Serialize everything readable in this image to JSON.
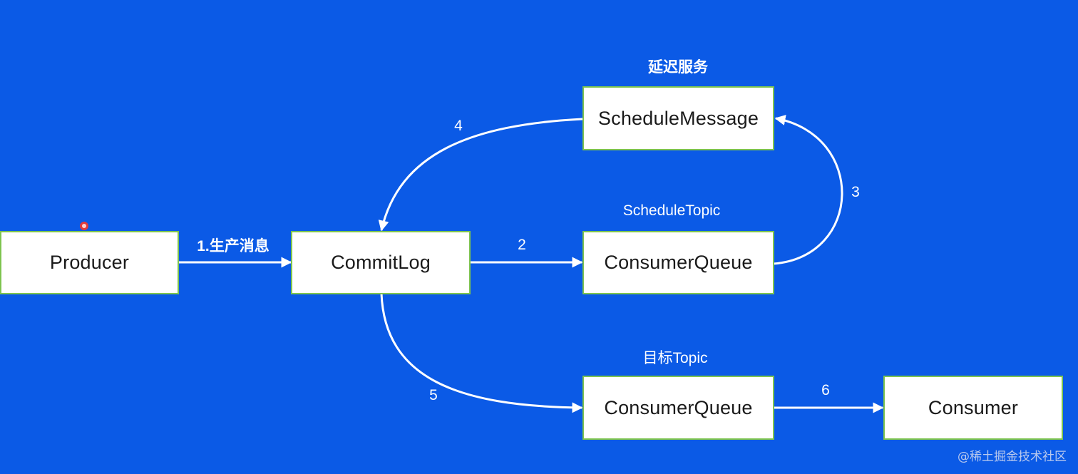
{
  "nodes": {
    "producer": "Producer",
    "commitlog": "CommitLog",
    "schedule_message": "ScheduleMessage",
    "schedule_consumer_queue": "ConsumerQueue",
    "target_consumer_queue": "ConsumerQueue",
    "consumer": "Consumer"
  },
  "labels": {
    "delay_service": "延迟服务",
    "schedule_topic": "ScheduleTopic",
    "target_topic": "目标Topic"
  },
  "edges": {
    "e1": "1.生产消息",
    "e2": "2",
    "e3": "3",
    "e4": "4",
    "e5": "5",
    "e6": "6"
  },
  "watermark": "@稀土掘金技术社区",
  "colors": {
    "background": "#0b5ae6",
    "node_fill": "#ffffff",
    "node_border": "#7ec44f",
    "arrow": "#ffffff"
  }
}
